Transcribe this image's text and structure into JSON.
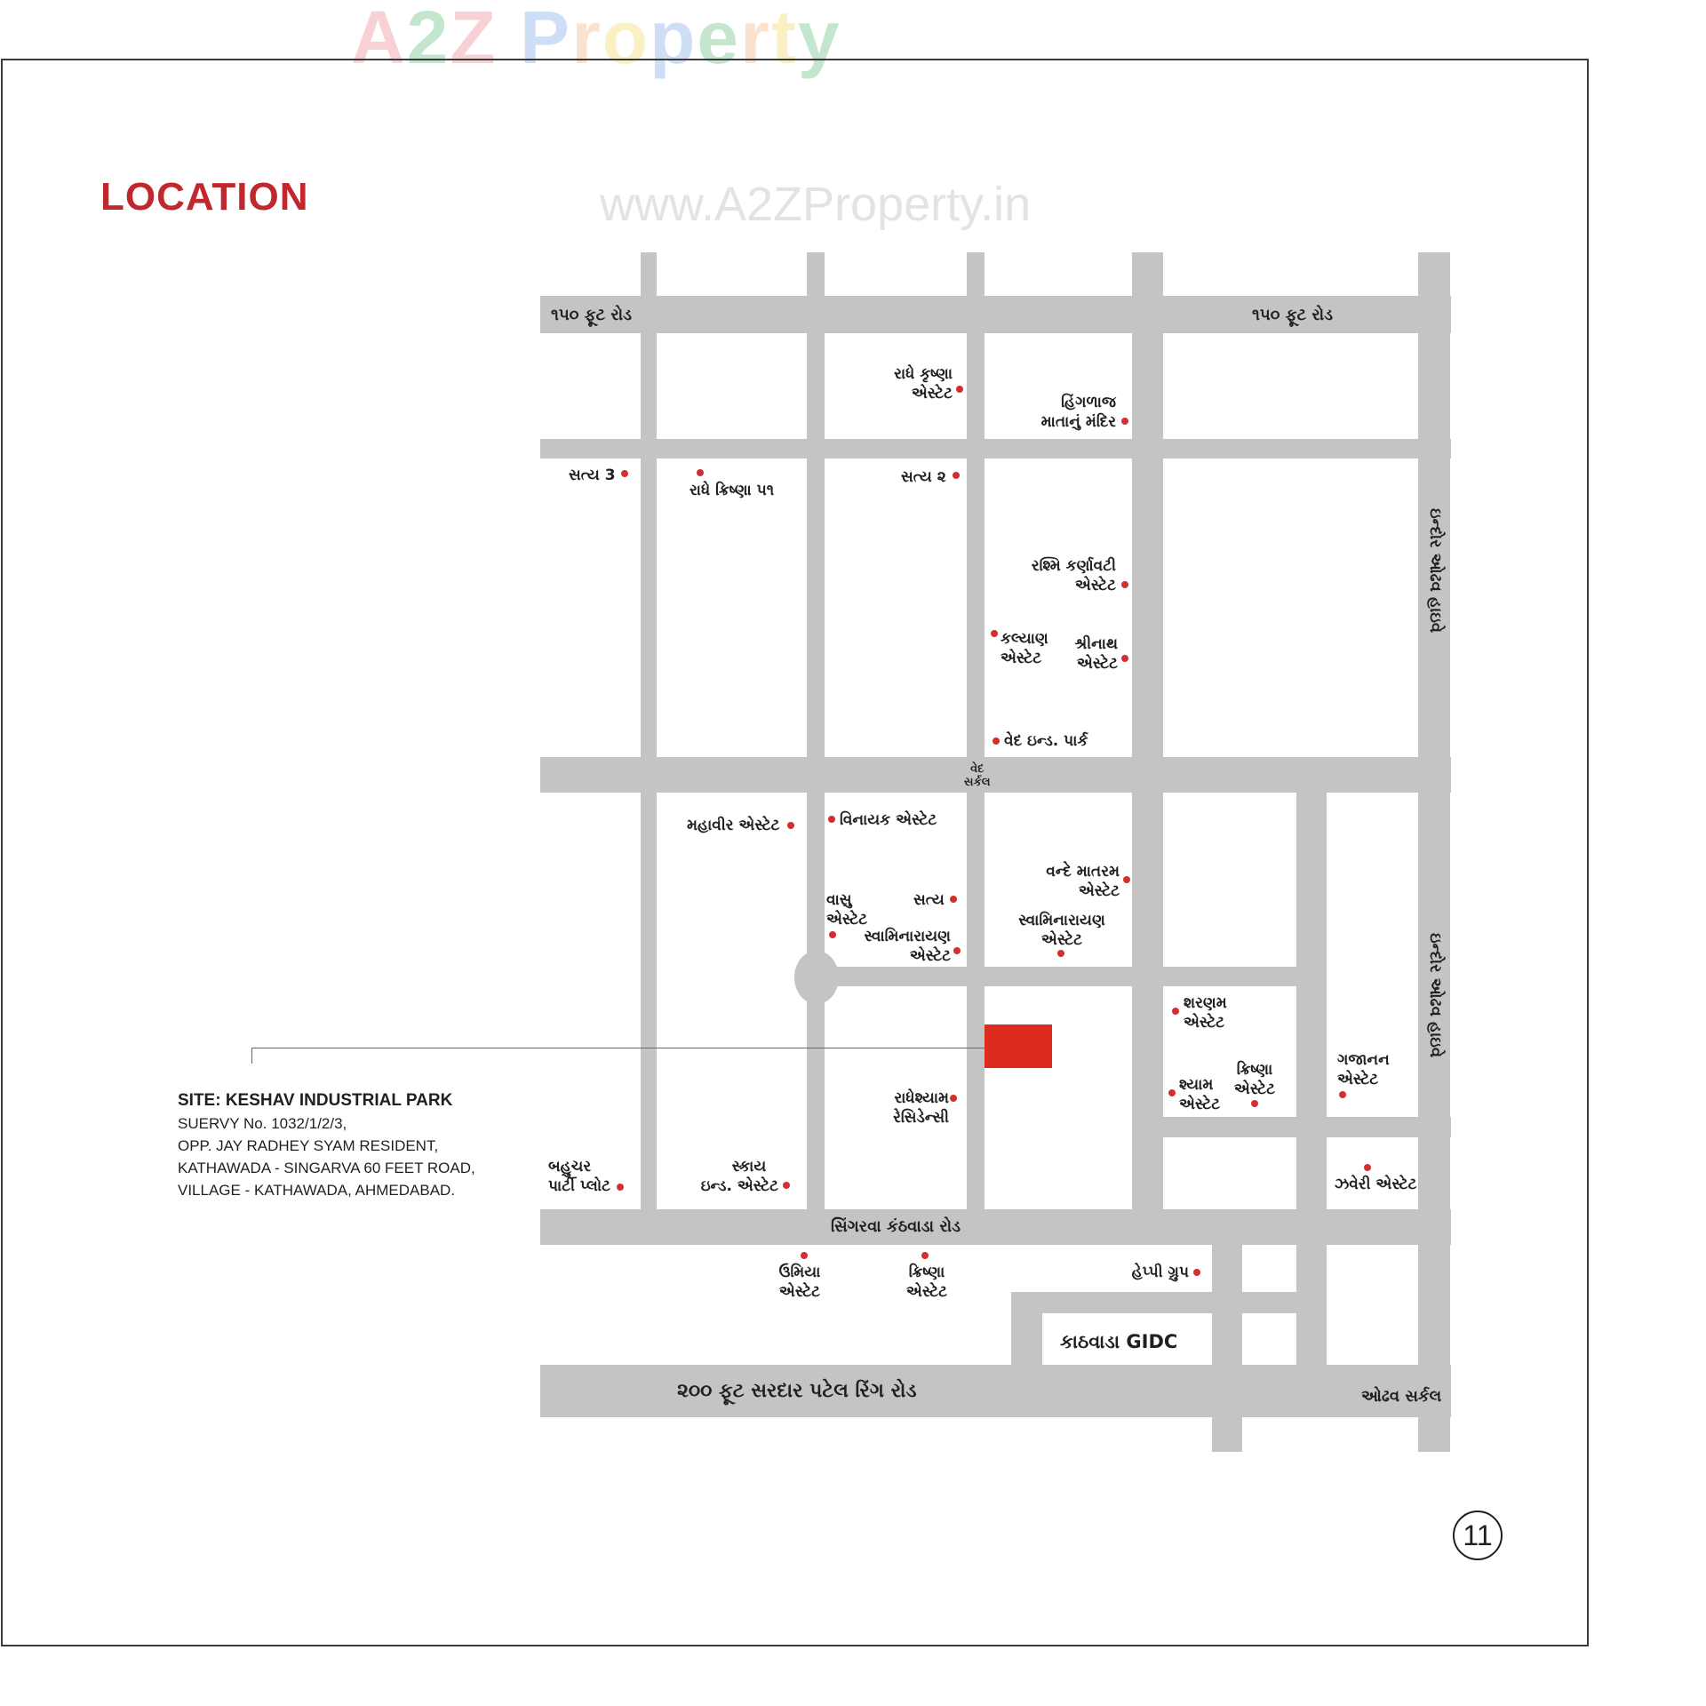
{
  "watermark": {
    "logo_letters": [
      {
        "ch": "A",
        "color": "#e8727a"
      },
      {
        "ch": "2",
        "color": "#4caf6a"
      },
      {
        "ch": "Z",
        "color": "#e8727a"
      },
      {
        "ch": " ",
        "color": "#ffffff"
      },
      {
        "ch": "P",
        "color": "#6b9be8"
      },
      {
        "ch": "r",
        "color": "#f4a66a"
      },
      {
        "ch": "o",
        "color": "#f5d04a"
      },
      {
        "ch": "p",
        "color": "#6b9be8"
      },
      {
        "ch": "e",
        "color": "#4caf6a"
      },
      {
        "ch": "r",
        "color": "#f4a66a"
      },
      {
        "ch": "t",
        "color": "#f5d04a"
      },
      {
        "ch": "y",
        "color": "#4caf6a"
      }
    ],
    "url": "www.A2ZProperty.in"
  },
  "page": {
    "title": "LOCATION",
    "title_color": "#c0282d",
    "page_number": "11"
  },
  "site": {
    "heading": "SITE: KESHAV INDUSTRIAL PARK",
    "address_lines": [
      "SUERVY No. 1032/1/2/3,",
      "OPP. JAY RADHEY SYAM RESIDENT,",
      "KATHAWADA - SINGARVA 60 FEET ROAD,",
      "VILLAGE - KATHAWADA, AHMEDABAD."
    ],
    "marker_color": "#dc2b1f"
  },
  "map": {
    "road_color": "#c4c4c4",
    "dot_color": "#d32f2f",
    "roads": {
      "road_150ft_left": "૧૫૦ ફૂટ રોડ",
      "road_150ft_right": "૧૫૦ ફૂટ રોડ",
      "highway_upper": "ઇન્દોર ઓઢવ હાઇવે",
      "highway_lower": "ઇન્દોર ઓઢવ હાઇવે",
      "ved_circle": [
        "વેદ",
        "સર્કલ"
      ],
      "singarva_road": "સિંગરવા કંઠવાડા રોડ",
      "ring_road": "૨૦૦ ફૂટ સરદાર પટેલ રિંગ રોડ",
      "odhav_circle": "ઓઢવ સર્કલ"
    },
    "gidc_label": "કાઠવાડા GIDC",
    "places": [
      {
        "id": "radhe-krishna-estate",
        "lines": [
          "રાધે કૃષ્ણા",
          "એસ્ટેટ"
        ]
      },
      {
        "id": "hingalaj-mandir",
        "lines": [
          "હિંગળાજ",
          "માતાનું મંદિર"
        ]
      },
      {
        "id": "satya-3",
        "lines": [
          "સત્ય 3"
        ]
      },
      {
        "id": "radhe-krishna-51",
        "lines": [
          "રાધે ક્રિષ્ણા ૫૧"
        ]
      },
      {
        "id": "satya-2",
        "lines": [
          "સત્ય ૨"
        ]
      },
      {
        "id": "rashmi-karnavati",
        "lines": [
          "રશ્મિ કર્ણાવટી",
          "એસ્ટેટ"
        ]
      },
      {
        "id": "kalyan-estate",
        "lines": [
          "કલ્યાણ",
          "એસ્ટેટ"
        ]
      },
      {
        "id": "shrinath-estate",
        "lines": [
          "શ્રીનાથ",
          "એસ્ટેટ"
        ]
      },
      {
        "id": "ved-ind-park",
        "lines": [
          "વેદ ઇન્ડ. પાર્ક"
        ]
      },
      {
        "id": "mahavir-estate",
        "lines": [
          "મહાવીર એસ્ટેટ"
        ]
      },
      {
        "id": "vinayak-estate",
        "lines": [
          "વિનાયક એસ્ટેટ"
        ]
      },
      {
        "id": "vasu-estate",
        "lines": [
          "વાસુ",
          "એસ્ટેટ"
        ]
      },
      {
        "id": "satya",
        "lines": [
          "સત્ય"
        ]
      },
      {
        "id": "swaminarayan-estate-1",
        "lines": [
          "સ્વામિનારાયણ",
          "એસ્ટેટ"
        ]
      },
      {
        "id": "vande-mataram-estate",
        "lines": [
          "વન્દે માતરમ",
          "એસ્ટેટ"
        ]
      },
      {
        "id": "swaminarayan-estate-2",
        "lines": [
          "સ્વામિનારાયણ",
          "એસ્ટેટ"
        ]
      },
      {
        "id": "sharanam-estate",
        "lines": [
          "શરણમ",
          "એસ્ટેટ"
        ]
      },
      {
        "id": "shyam-estate",
        "lines": [
          "શ્યામ",
          "એસ્ટેટ"
        ]
      },
      {
        "id": "krishna-estate-east",
        "lines": [
          "ક્રિષ્ણા",
          "એસ્ટેટ"
        ]
      },
      {
        "id": "gajanan-estate",
        "lines": [
          "ગજાનન",
          "એસ્ટેટ"
        ]
      },
      {
        "id": "radheshyam-residency",
        "lines": [
          "રાધેશ્યામ",
          "રેસિડેન્સી"
        ]
      },
      {
        "id": "zaveri-estate",
        "lines": [
          "ઝવેરી એસ્ટેટ"
        ]
      },
      {
        "id": "bahuchar-party-plot",
        "lines": [
          "બહુચર",
          "પાર્ટી પ્લોટ"
        ]
      },
      {
        "id": "sky-ind-estate",
        "lines": [
          "સ્કાય",
          "ઇન્ડ. એસ્ટેટ"
        ]
      },
      {
        "id": "umiya-estate",
        "lines": [
          "ઉમિયા",
          "એસ્ટેટ"
        ]
      },
      {
        "id": "krishna-estate-south",
        "lines": [
          "ક્રિષ્ણા",
          "એસ્ટેટ"
        ]
      },
      {
        "id": "happy-group",
        "lines": [
          "હેપ્પી ગ્રુપ"
        ]
      }
    ]
  }
}
